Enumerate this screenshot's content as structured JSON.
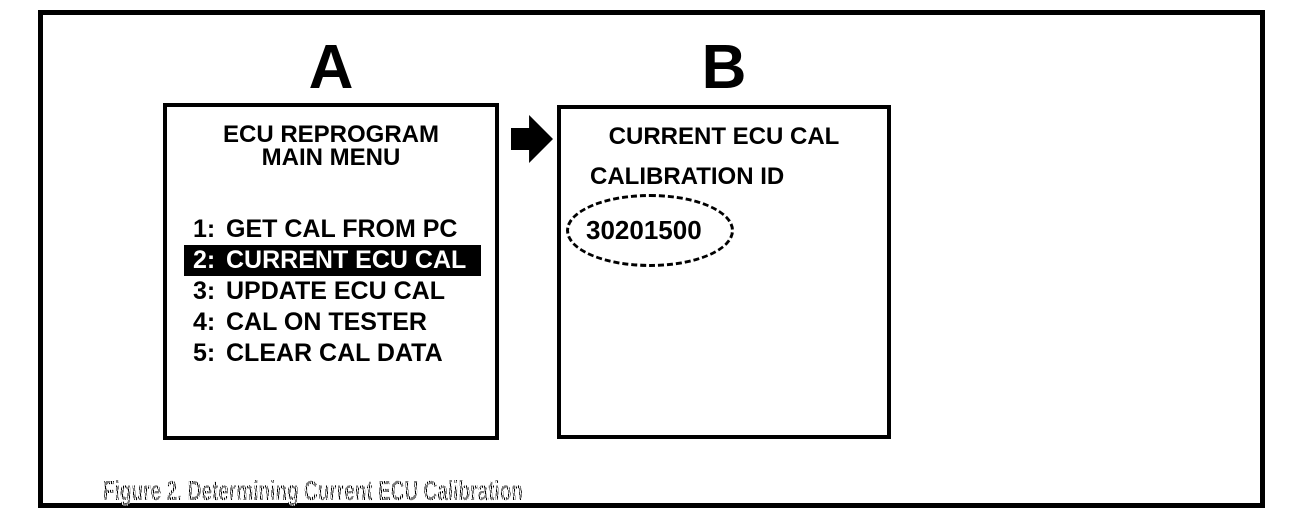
{
  "figure": {
    "caption": "Figure 2. Determining Current ECU Calibration",
    "arrow_icon": "right-block-arrow",
    "colors": {
      "foreground": "#000000",
      "background": "#ffffff",
      "highlight_bg": "#000000",
      "highlight_text": "#ffffff"
    },
    "panelA": {
      "letter": "A",
      "title": "ECU REPROGRAM\nMAIN MENU",
      "menu": [
        {
          "num": "1:",
          "label": "GET CAL FROM PC",
          "selected": false
        },
        {
          "num": "2:",
          "label": "CURRENT ECU CAL",
          "selected": true
        },
        {
          "num": "3:",
          "label": "UPDATE ECU CAL",
          "selected": false
        },
        {
          "num": "4:",
          "label": "CAL ON TESTER",
          "selected": false
        },
        {
          "num": "5:",
          "label": "CLEAR CAL DATA",
          "selected": false
        }
      ],
      "selected_index": 1
    },
    "panelB": {
      "letter": "B",
      "title": "CURRENT ECU CAL",
      "subtitle": "CALIBRATION ID",
      "calibration_id": "30201500"
    }
  }
}
